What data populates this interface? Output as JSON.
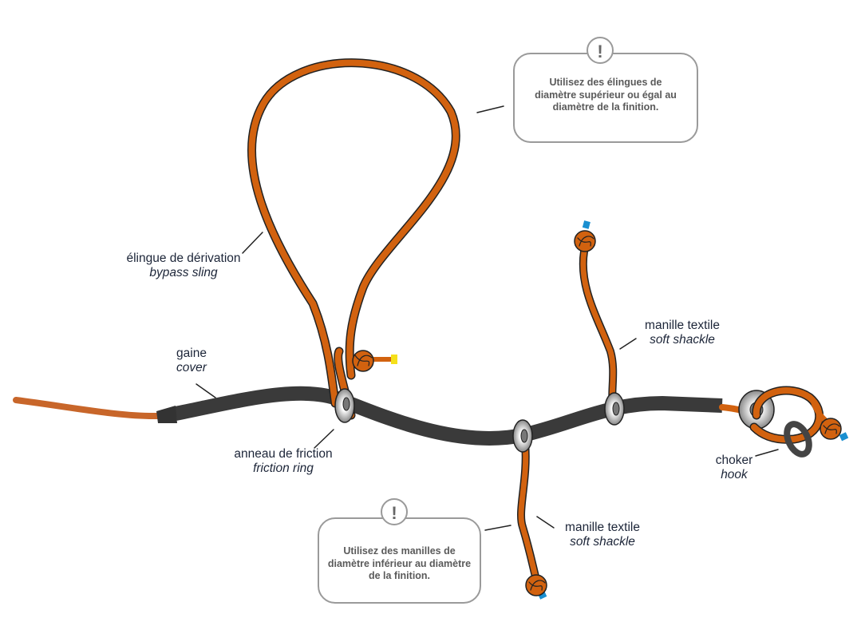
{
  "colors": {
    "rope": "#d2620f",
    "cover": "#3a3a3a",
    "tip_blue": "#1a8fd0",
    "tip_yellow": "#f5e01a",
    "callout_border": "#9a9a9a"
  },
  "labels": {
    "bypass": {
      "fr": "élingue de dérivation",
      "en": "bypass sling"
    },
    "cover": {
      "fr": "gaine",
      "en": "cover"
    },
    "ring": {
      "fr": "anneau de friction",
      "en": "friction ring"
    },
    "shackle_top": {
      "fr": "manille textile",
      "en": "soft shackle"
    },
    "shackle_bottom": {
      "fr": "manille textile",
      "en": "soft shackle"
    },
    "hook": {
      "fr": "choker",
      "en": "hook"
    }
  },
  "callouts": [
    {
      "icon": "!",
      "text": "Utilisez des élingues de diamètre supérieur ou égal au diamètre de la finition."
    },
    {
      "icon": "!",
      "text": "Utilisez des manilles de diamètre inférieur au diamètre de la finition."
    }
  ]
}
